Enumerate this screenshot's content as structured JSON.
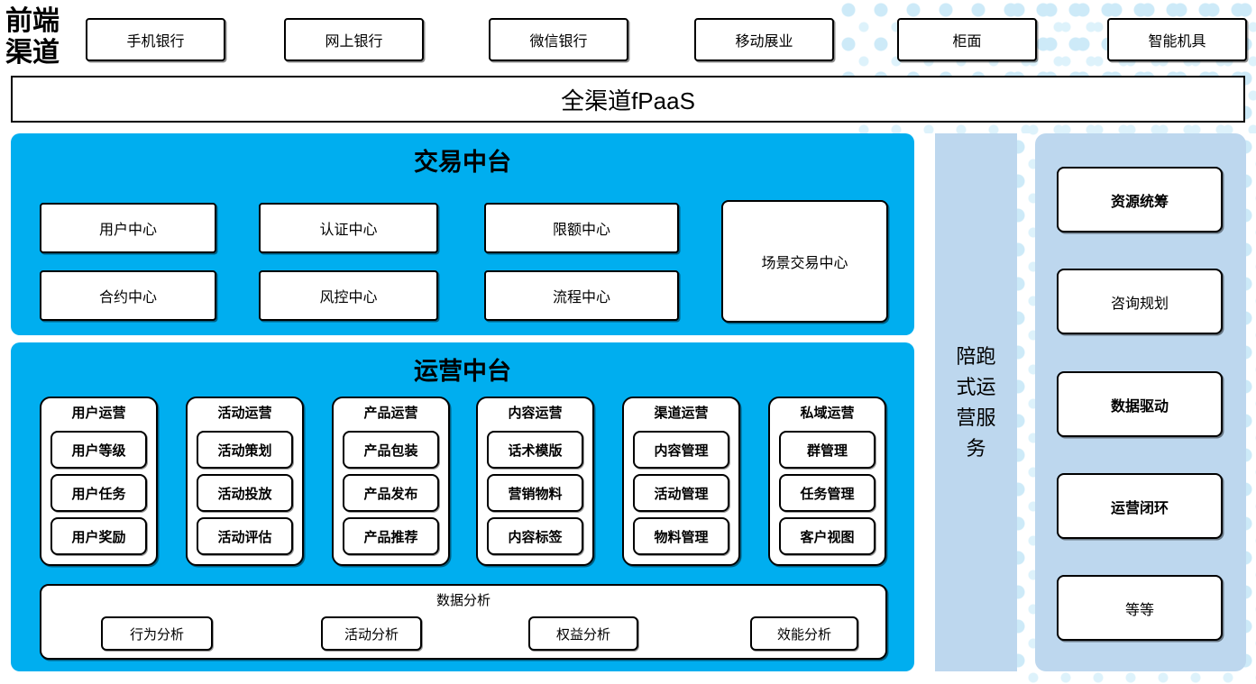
{
  "colors": {
    "accent_blue": "#00AEEF",
    "light_blue": "#BDD7EE",
    "dot_blue": "#CDEAF8",
    "border": "#000000"
  },
  "front_channels": {
    "label": "前端渠道",
    "items": [
      "手机银行",
      "网上银行",
      "微信银行",
      "移动展业",
      "柜面",
      "智能机具"
    ]
  },
  "channel_paas": {
    "label": "全渠道fPaaS"
  },
  "trade_platform": {
    "title": "交易中台",
    "row1": [
      "用户中心",
      "认证中心",
      "限额中心"
    ],
    "row2": [
      "合约中心",
      "风控中心",
      "流程中心"
    ],
    "scene_center": "场景交易中心"
  },
  "ops_platform": {
    "title": "运营中台",
    "columns": [
      {
        "title": "用户运营",
        "items": [
          "用户等级",
          "用户任务",
          "用户奖励"
        ]
      },
      {
        "title": "活动运营",
        "items": [
          "活动策划",
          "活动投放",
          "活动评估"
        ]
      },
      {
        "title": "产品运营",
        "items": [
          "产品包装",
          "产品发布",
          "产品推荐"
        ]
      },
      {
        "title": "内容运营",
        "items": [
          "话术模版",
          "营销物料",
          "内容标签"
        ]
      },
      {
        "title": "渠道运营",
        "items": [
          "内容管理",
          "活动管理",
          "物料管理"
        ]
      },
      {
        "title": "私域运营",
        "items": [
          "群管理",
          "任务管理",
          "客户视图"
        ]
      }
    ],
    "data_analysis": {
      "title": "数据分析",
      "items": [
        "行为分析",
        "活动分析",
        "权益分析",
        "效能分析"
      ]
    }
  },
  "companion_service": {
    "label": "陪跑式运营服务"
  },
  "service_panel": {
    "items": [
      "资源统筹",
      "咨询规划",
      "数据驱动",
      "运营闭环",
      "等等"
    ]
  }
}
